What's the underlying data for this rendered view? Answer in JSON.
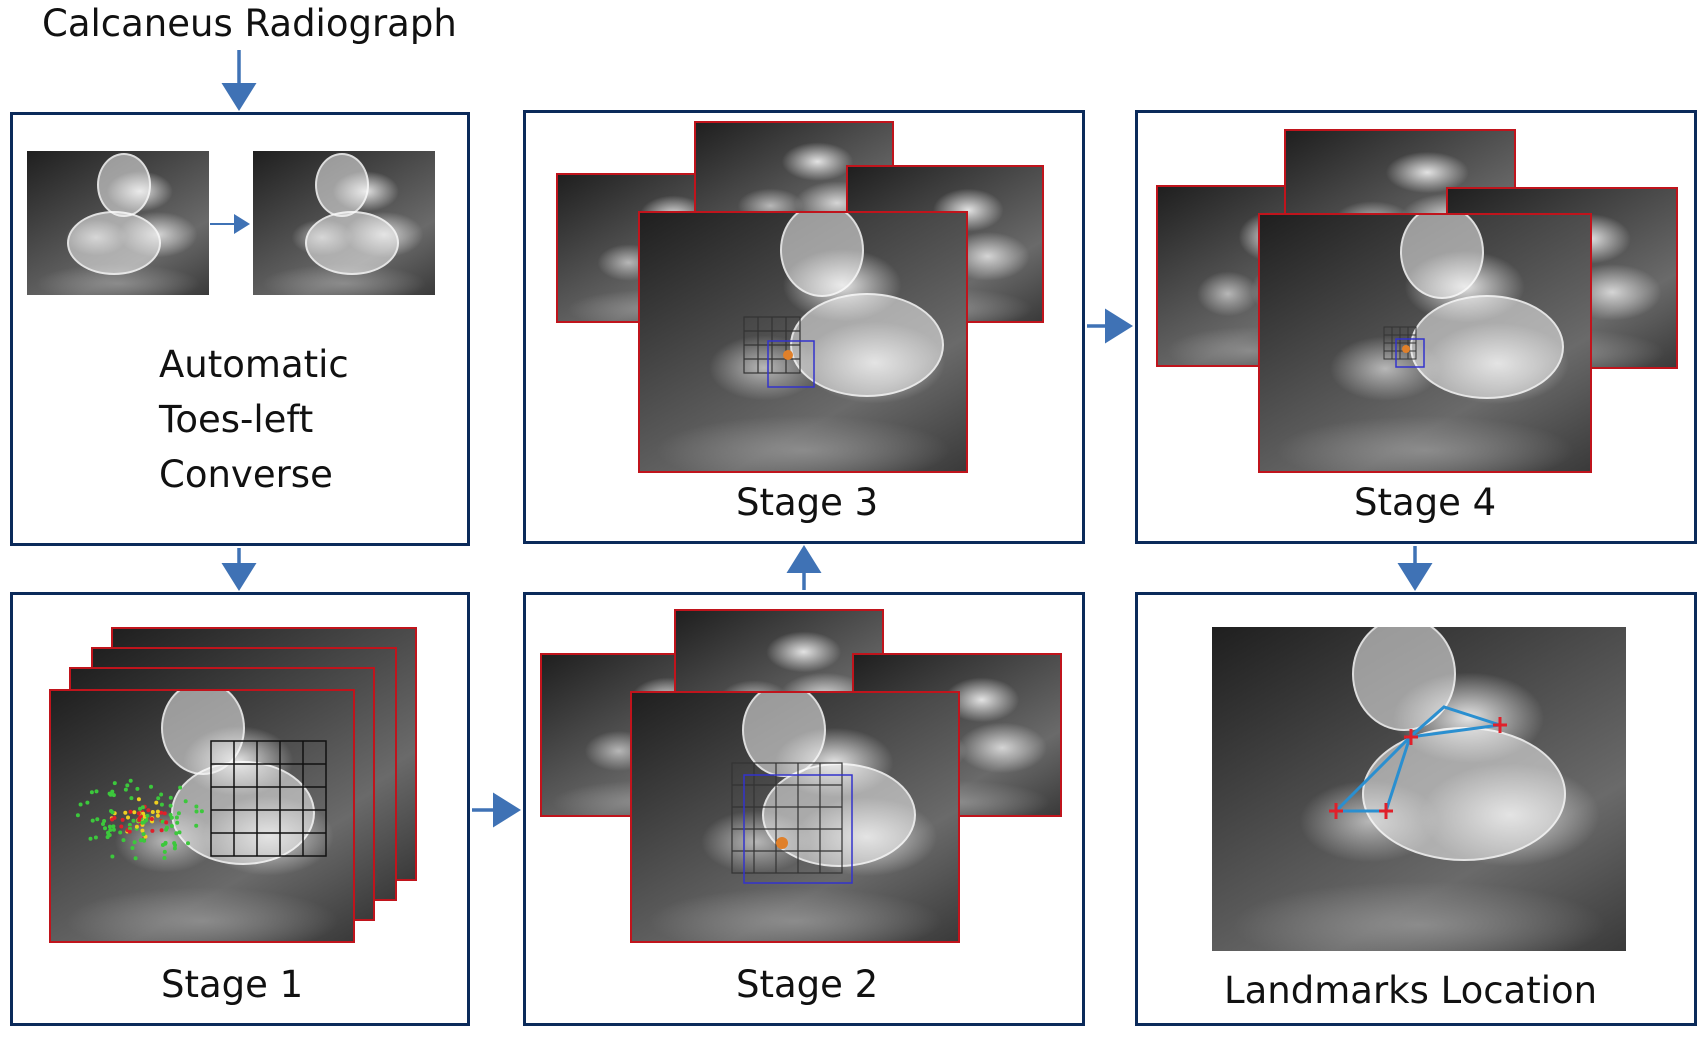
{
  "input_label": "Calcaneus Radiograph",
  "panels": {
    "converse": {
      "lines": [
        "Automatic",
        "Toes-left",
        "Converse"
      ]
    },
    "stage1": {
      "label": "Stage 1"
    },
    "stage2": {
      "label": "Stage 2"
    },
    "stage3": {
      "label": "Stage 3"
    },
    "stage4": {
      "label": "Stage 4"
    },
    "result": {
      "label": "Landmarks Location"
    }
  },
  "colors": {
    "panel_border": "#0b2a5a",
    "arrow": "#3f72b5",
    "image_frame": "#c0141c",
    "grid_blue": "#3333cc",
    "landmark": "#e0202a",
    "landmark_line": "#2a8fd0",
    "points_red": "#e0202a",
    "points_green": "#3cc83c",
    "points_yellow": "#f0d020"
  },
  "icons": [
    "flow-arrow-icon",
    "landmark-cross-icon"
  ]
}
